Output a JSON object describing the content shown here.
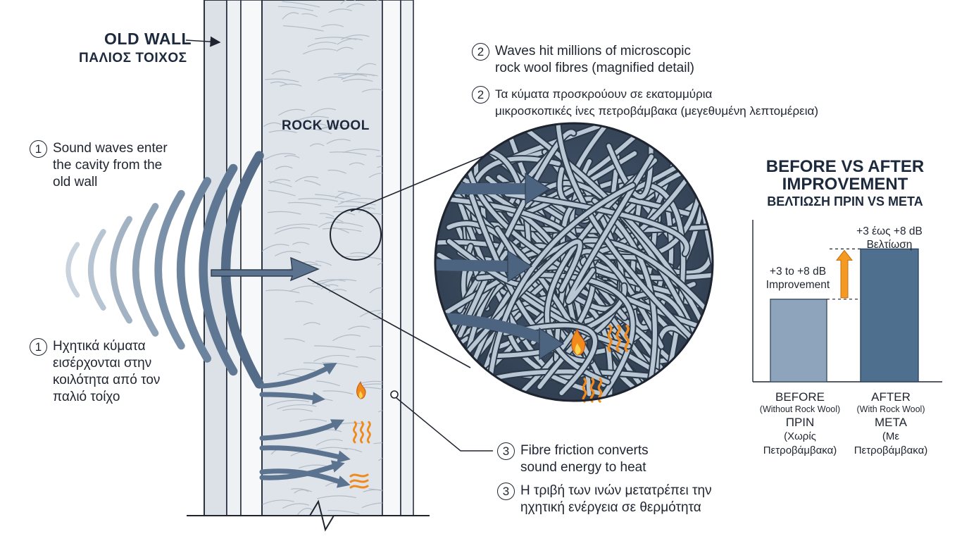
{
  "wall": {
    "title_en": "OLD WALL",
    "title_gr": "ΠΑΛΙΟΣ ΤΟΙΧΟΣ",
    "rock_wool_label": "ROCK WOOL"
  },
  "steps": [
    {
      "number": "1",
      "text_en": "Sound waves enter\nthe cavity from the\nold wall",
      "text_gr": "Ηχητικά κύματα\nεισέρχονται στην\nκοιλότητα από τον\nπαλιό τοίχο"
    },
    {
      "number": "2",
      "text_en": "Waves hit millions of microscopic\nrock wool fibres (magnified detail)",
      "text_gr": "Τα κύματα προσκρούουν σε εκατομμύρια\nμικροσκοπικές ίνες πετροβάμβακα (μεγεθυμένη λεπτομέρεια)"
    },
    {
      "number": "3",
      "text_en": "Fibre friction converts\nsound energy to heat",
      "text_gr": "Η τριβή των ινών μετατρέπει την\nηχητική ενέργεια σε θερμότητα"
    }
  ],
  "colors": {
    "wave": "#5c7390",
    "wall_stud": "#cfd6dd",
    "rock_wool": "#dfe4ea",
    "fibre_bg": "#3d4e63",
    "fibre": "#b9c6d4",
    "flame": "#f08a1c",
    "bar_before": "#8da4bc",
    "bar_after": "#4f6f8f",
    "arrow_up": "#f29a22"
  },
  "chart_data": {
    "type": "bar",
    "title": "BEFORE VS AFTER IMPROVEMENT",
    "subtitle": "ΒΕΛΤΙΩΣΗ ΠΡΙΝ VS ΜΕΤΑ",
    "categories": [
      {
        "label_en": "BEFORE",
        "note_en": "(Without Rock Wool)",
        "label_gr": "ΠΡΙΝ",
        "note_gr": "(Χωρίς\nΠετροβάμβακα)"
      },
      {
        "label_en": "AFTER",
        "note_en": "(With Rock Wool)",
        "label_gr": "ΜΕΤΑ",
        "note_gr": "(Με\nΠετροβάμβακα)"
      }
    ],
    "values": [
      0.51,
      0.82
    ],
    "ylim": [
      0,
      1
    ],
    "axis_values_printed": false,
    "annotation_en": "+3 to +8 dB\nImprovement",
    "annotation_gr": "+3 έως +8 dB\nΒελτίωση",
    "grid": false
  }
}
